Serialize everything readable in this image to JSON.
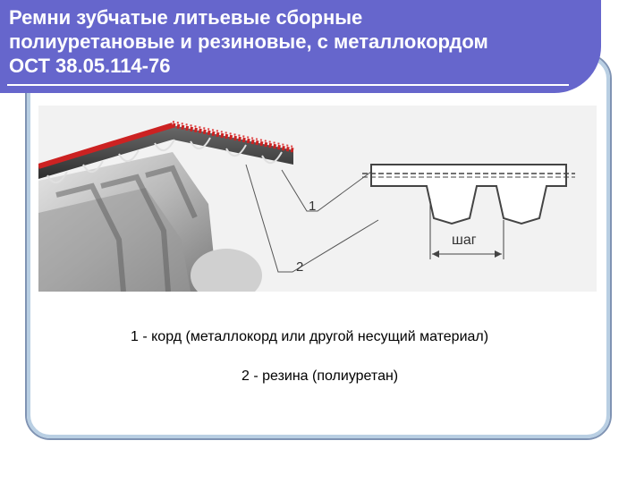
{
  "slide": {
    "title_lines": [
      "Ремни зубчатые литьевые сборные",
      "полиуретановые и резиновые, с металлокордом",
      "ОСТ 38.05.114-76"
    ]
  },
  "figure": {
    "callout_1": "1",
    "callout_2": "2",
    "pitch_label": "шаг"
  },
  "legend": {
    "item_1": "1 - корд (металлокорд или другой несущий материал)",
    "item_2": "2 - резина (полиуретан)"
  },
  "colors": {
    "banner": "#6666cc",
    "cord_red": "#cc2222"
  }
}
